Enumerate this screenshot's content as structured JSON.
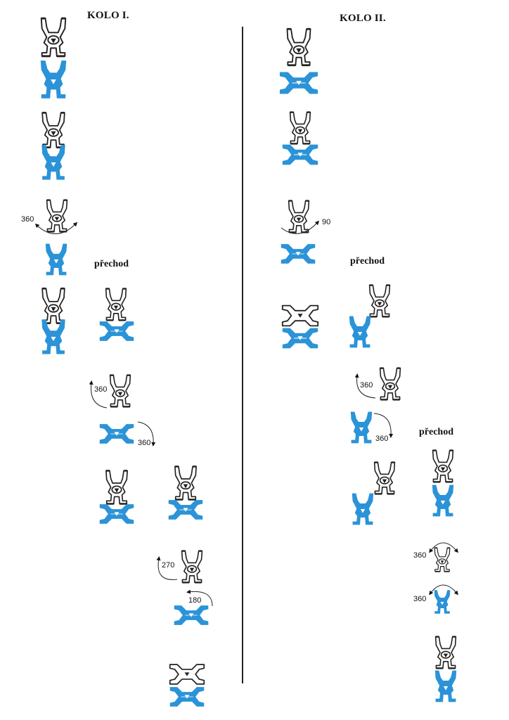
{
  "round1": {
    "title": "KOLO I."
  },
  "round2": {
    "title": "KOLO II."
  },
  "transition_label": "přechod",
  "colors": {
    "top_jumper_outline": "#222222",
    "bottom_jumper": "#2b93d8"
  },
  "rotations": {
    "r1_a": "360",
    "r1_b": "360",
    "r1_c": "360",
    "r1_d": "270",
    "r1_e": "180",
    "r2_a": "90",
    "r2_b": "360",
    "r2_c": "360",
    "r2_d": "360",
    "r2_e": "360"
  }
}
